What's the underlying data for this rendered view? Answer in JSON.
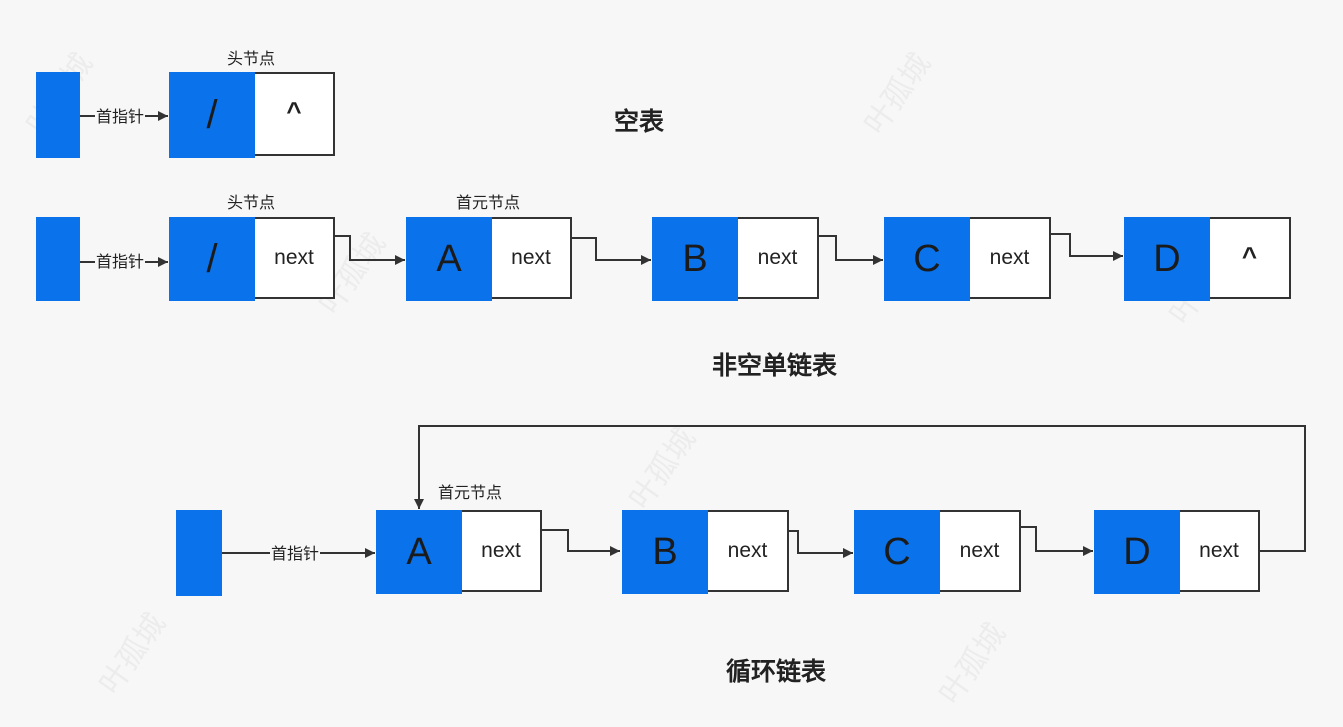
{
  "labels": {
    "head_pointer": "首指针",
    "head_node": "头节点",
    "first_node": "首元节点",
    "next": "next",
    "null_mark": "^",
    "head_data": "/"
  },
  "titles": {
    "empty": "空表",
    "singly": "非空单链表",
    "circular": "循环链表"
  },
  "node_values": [
    "A",
    "B",
    "C",
    "D"
  ],
  "watermark": "叶孤城"
}
